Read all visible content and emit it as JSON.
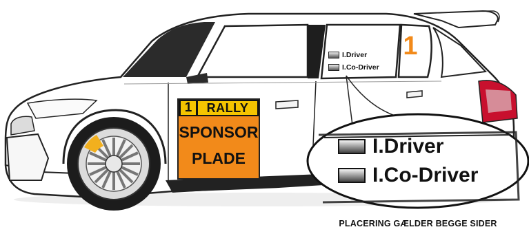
{
  "plate": {
    "number": "1",
    "rally": "RALLY",
    "line1": "SPONSOR",
    "line2": "PLADE"
  },
  "window": {
    "driver": "I.Driver",
    "co_driver": "I.Co-Driver"
  },
  "door_number": "1",
  "zoom": {
    "driver": "I.Driver",
    "co_driver": "I.Co-Driver"
  },
  "caption": "PLACERING GÆLDER BEGGE SIDER",
  "colors": {
    "plate_orange": "#f28a1a",
    "rally_yellow": "#f5c400",
    "number_orange": "#f28a1a",
    "tail_red": "#c8102e",
    "outline": "#222222"
  }
}
